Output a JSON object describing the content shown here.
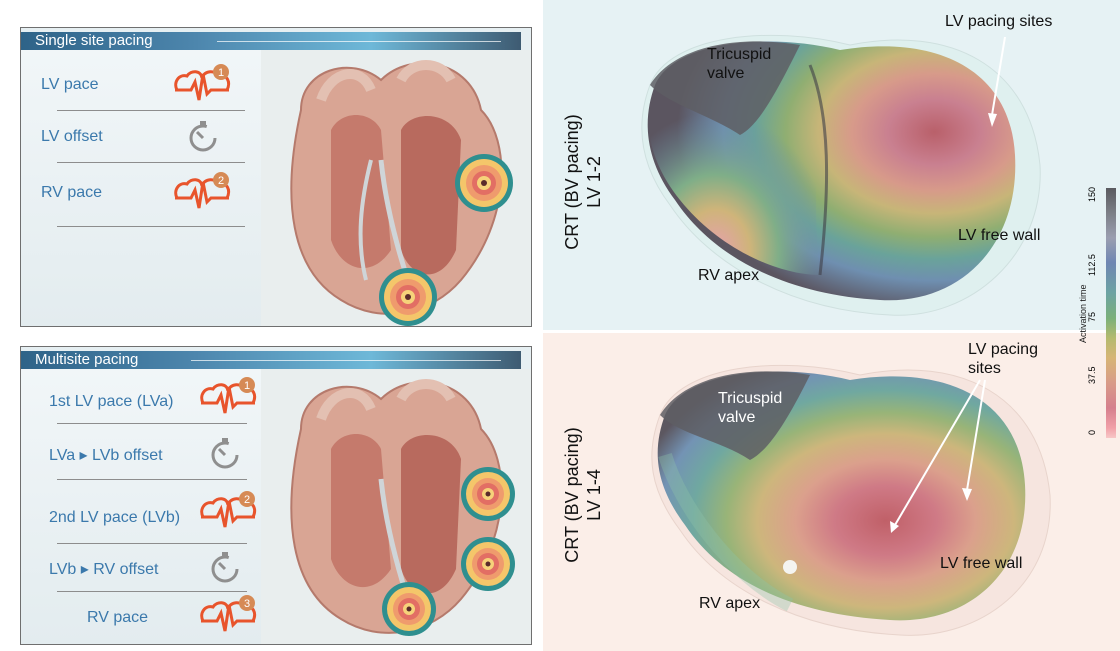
{
  "single_site": {
    "title": "Single site pacing",
    "items": [
      {
        "label": "LV pace",
        "icon": "pace-icon",
        "badge": "1"
      },
      {
        "label": "LV offset",
        "icon": "timer-icon"
      },
      {
        "label": "RV pace",
        "icon": "pace-icon",
        "badge": "2"
      }
    ]
  },
  "multisite": {
    "title": "Multisite pacing",
    "items": [
      {
        "label": "1st LV pace (LVa)",
        "icon": "pace-icon",
        "badge": "1"
      },
      {
        "label": "LVa ▸ LVb offset",
        "icon": "timer-icon"
      },
      {
        "label": "2nd LV pace (LVb)",
        "icon": "pace-icon",
        "badge": "2"
      },
      {
        "label": "LVb ▸ RV offset",
        "icon": "timer-icon"
      },
      {
        "label": "RV pace",
        "icon": "pace-icon",
        "badge": "3"
      }
    ]
  },
  "top_map": {
    "side_label_line1": "CRT (BV pacing)",
    "side_label_line2": "LV 1-2",
    "tricuspid": "Tricuspid valve",
    "lv_pacing_sites": "LV pacing sites",
    "lv_free_wall": "LV free wall",
    "rv_apex": "RV apex"
  },
  "bottom_map": {
    "side_label_line1": "CRT (BV pacing)",
    "side_label_line2": "LV 1-4",
    "tricuspid": "Tricuspid valve",
    "lv_pacing_sites": "LV pacing sites",
    "lv_free_wall": "LV free wall",
    "rv_apex": "RV apex"
  },
  "color_scale": {
    "title": "Activation time",
    "ticks": [
      "0",
      "37.5",
      "75",
      "112.5",
      "150"
    ]
  },
  "colors": {
    "label_blue": "#3b79ac",
    "pace_orange": "#e8542c",
    "top_bg": "#e6f2f4",
    "bottom_bg": "#fbeee8"
  }
}
